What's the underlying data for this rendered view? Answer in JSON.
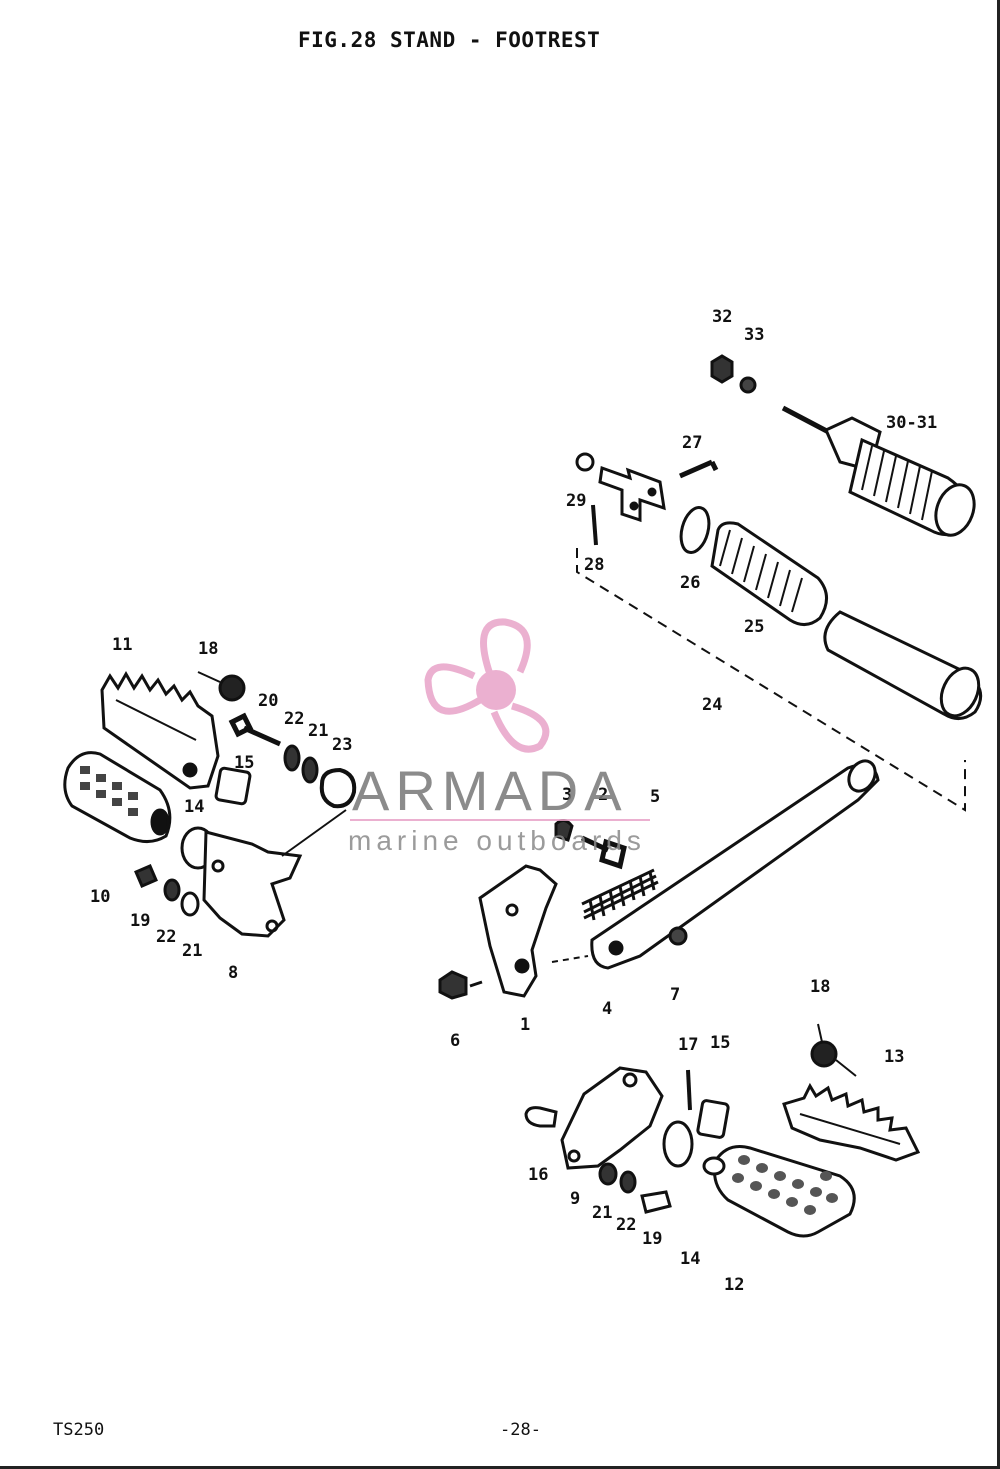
{
  "figure": {
    "title": "FIG.28  STAND - FOOTREST",
    "model": "TS250",
    "page_number": "-28-"
  },
  "watermark": {
    "brand": "ARMADA",
    "tagline": "marine outboards",
    "accent_color": "#e8a3c8",
    "icon": "propeller-icon"
  },
  "callouts": {
    "c32": "32",
    "c33": "33",
    "c30_31": "30-31",
    "c27": "27",
    "c29": "29",
    "c28": "28",
    "c26": "26",
    "c25": "25",
    "c24": "24",
    "c11": "11",
    "c18a": "18",
    "c20": "20",
    "c22a": "22",
    "c21a": "21",
    "c23": "23",
    "c15a": "15",
    "c14a": "14",
    "c10": "10",
    "c19a": "19",
    "c22b": "22",
    "c21b": "21",
    "c8": "8",
    "c3": "3",
    "c2": "2",
    "c5": "5",
    "c6": "6",
    "c1": "1",
    "c4": "4",
    "c7": "7",
    "c18b": "18",
    "c13": "13",
    "c17": "17",
    "c15b": "15",
    "c16": "16",
    "c9": "9",
    "c21c": "21",
    "c22c": "22",
    "c19b": "19",
    "c14b": "14",
    "c12": "12"
  }
}
